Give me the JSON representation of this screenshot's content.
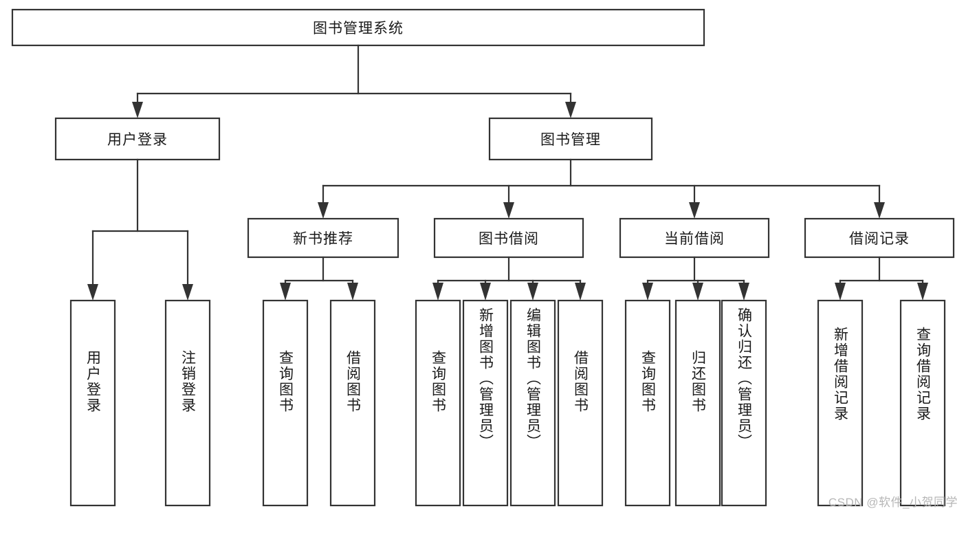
{
  "diagram": {
    "title": "图书管理系统",
    "type": "tree-hierarchy",
    "watermark": "CSDN @软件_小贺同学",
    "colors": {
      "box_fill": "#ffffff",
      "box_stroke": "#333333",
      "text": "#1a1a1a",
      "watermark": "#b6b6b6",
      "background": "#ffffff"
    },
    "root": {
      "label": "图书管理系统",
      "orientation": "horizontal"
    },
    "level1": [
      {
        "label": "用户登录",
        "orientation": "horizontal"
      },
      {
        "label": "图书管理",
        "orientation": "horizontal"
      }
    ],
    "level2": [
      {
        "label": "新书推荐",
        "orientation": "horizontal",
        "parent": "图书管理"
      },
      {
        "label": "图书借阅",
        "orientation": "horizontal",
        "parent": "图书管理"
      },
      {
        "label": "当前借阅",
        "orientation": "horizontal",
        "parent": "图书管理"
      },
      {
        "label": "借阅记录",
        "orientation": "horizontal",
        "parent": "图书管理"
      }
    ],
    "leaves": {
      "用户登录": [
        {
          "label": "用户登录",
          "orientation": "vertical"
        },
        {
          "label": "注销登录",
          "orientation": "vertical"
        }
      ],
      "新书推荐": [
        {
          "label": "查询图书",
          "orientation": "vertical"
        },
        {
          "label": "借阅图书",
          "orientation": "vertical"
        }
      ],
      "图书借阅": [
        {
          "label": "查询图书",
          "orientation": "vertical"
        },
        {
          "label": "新增图书（管理员）",
          "orientation": "vertical"
        },
        {
          "label": "编辑图书（管理员）",
          "orientation": "vertical"
        },
        {
          "label": "借阅图书",
          "orientation": "vertical"
        }
      ],
      "当前借阅": [
        {
          "label": "查询图书",
          "orientation": "vertical"
        },
        {
          "label": "归还图书",
          "orientation": "vertical"
        },
        {
          "label": "确认归还（管理员）",
          "orientation": "vertical"
        }
      ],
      "借阅记录": [
        {
          "label": "新增借阅记录",
          "orientation": "vertical"
        },
        {
          "label": "查询借阅记录",
          "orientation": "vertical"
        }
      ]
    },
    "labels": {
      "root": "图书管理系统",
      "l1_0": "用户登录",
      "l1_1": "图书管理",
      "l2_0": "新书推荐",
      "l2_1": "图书借阅",
      "l2_2": "当前借阅",
      "l2_3": "借阅记录",
      "leaf_login_0": "用户登录",
      "leaf_login_1": "注销登录",
      "leaf_newbook_0": "查询图书",
      "leaf_newbook_1": "借阅图书",
      "leaf_borrow_0": "查询图书",
      "leaf_borrow_1": "新增图书（管理员）",
      "leaf_borrow_2": "编辑图书（管理员）",
      "leaf_borrow_3": "借阅图书",
      "leaf_current_0": "查询图书",
      "leaf_current_1": "归还图书",
      "leaf_current_2": "确认归还（管理员）",
      "leaf_record_0": "新增借阅记录",
      "leaf_record_1": "查询借阅记录"
    }
  }
}
